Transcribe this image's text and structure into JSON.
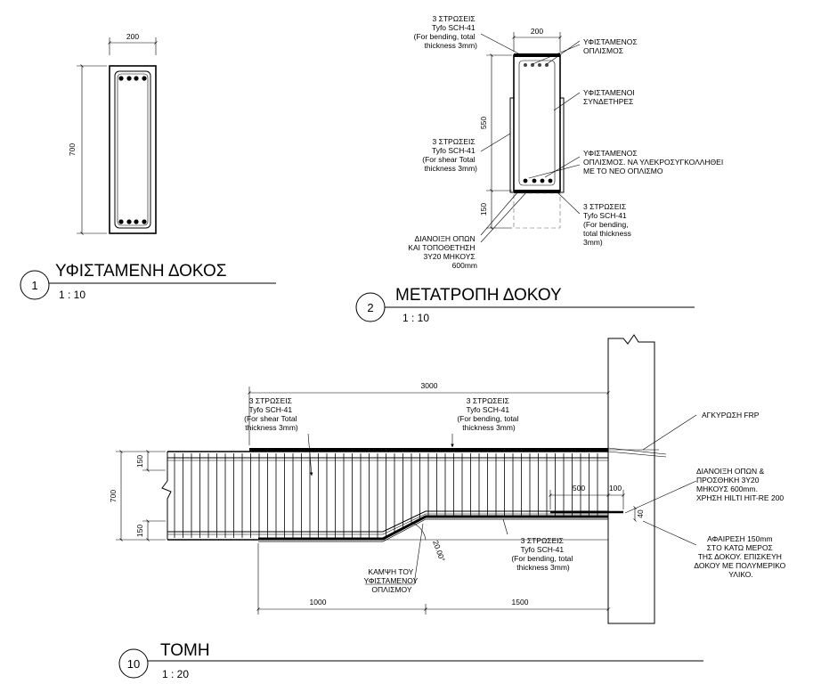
{
  "views": {
    "existing": {
      "number": "1",
      "title": "ΥΦΙΣΤΑΜΕΝΗ ΔΟΚΟΣ",
      "scale": "1 : 10",
      "dim_width": "200",
      "dim_height": "700"
    },
    "modified": {
      "number": "2",
      "title": "ΜΕΤΑΤΡΟΠΗ ΔΟΚΟΥ",
      "scale": "1 : 10",
      "dim_width": "200",
      "dim_upper": "550",
      "dim_lower": "150",
      "notes": {
        "top_left": [
          "3 ΣΤΡΩΣΕΙΣ",
          "Tyfo SCH-41",
          "(For bending, total",
          "thickness 3mm)"
        ],
        "mid_left": [
          "3 ΣΤΡΩΣΕΙΣ",
          "Tyfo SCH-41",
          "(For shear Total",
          "thickness 3mm)"
        ],
        "bottom_left": [
          "ΔΙΑΝΟΙΞΗ ΟΠΩΝ",
          "ΚΑΙ ΤΟΠΟΘΕΤΗΣΗ",
          "3Υ20 ΜΗΚΟΥΣ",
          "600mm"
        ],
        "right_1": [
          "ΥΦΙΣΤΑΜΕΝΟΣ",
          "ΟΠΛΙΣΜΟΣ"
        ],
        "right_2": [
          "ΥΦΙΣΤΑΜΕΝΟΙ",
          "ΣΥΝΔΕΤΗΡΕΣ"
        ],
        "right_3": [
          "ΥΦΙΣΤΑΜΕΝΟΣ",
          "ΟΠΛΙΣΜΟΣ. ΝΑ ΥΛΕΚΡΟΣΥΓΚΟΛΛΗΘΕΙ",
          "ΜΕ ΤΟ ΝΕΟ ΟΠΛΙΣΜΟ"
        ],
        "right_4": [
          "3 ΣΤΡΩΣΕΙΣ",
          "Tyfo SCH-41",
          "(For bending,",
          "total thickness",
          "3mm)"
        ]
      }
    },
    "section": {
      "number": "10",
      "title": "ΤΟΜΗ",
      "scale": "1 : 20",
      "dim_total": "3000",
      "dim_height": "700",
      "dim_top": "150",
      "dim_bottom": "150",
      "dim_500": "500",
      "dim_100": "100",
      "dim_40": "40",
      "dim_1000": "1000",
      "dim_1500": "1500",
      "angle": "20.00°",
      "notes": {
        "shear": [
          "3 ΣΤΡΩΣΕΙΣ",
          "Tyfo SCH-41",
          "(For shear Total",
          "thickness 3mm)"
        ],
        "bending_top": [
          "3 ΣΤΡΩΣΕΙΣ",
          "Tyfo SCH-41",
          "(For bending, total",
          "thickness 3mm)"
        ],
        "anchor": [
          "ΑΓΚΥΡΩΣΗ FRP"
        ],
        "holes": [
          "ΔΙΑΝΟΙΞΗ ΟΠΩΝ &",
          "ΠΡΟΣΘΗΚΗ  3Υ20",
          "ΜΗΚΟΥΣ 600mm.",
          "ΧΡΗΣΗ HILTI HIT-RE 200"
        ],
        "removal": [
          "ΑΦΑΙΡΕΣΗ 150mm",
          "ΣΤΟ ΚΑΤΩ ΜΕΡΟΣ",
          "ΤΗΣ ΔΟΚΟΥ. ΕΠΙΣΚΕΥΗ",
          "ΔΟΚΟΥ ΜΕ ΠΟΛΥΜΕΡΙΚΟ",
          "ΥΛΙΚΟ."
        ],
        "bending_bottom": [
          "3 ΣΤΡΩΣΕΙΣ",
          "Tyfo SCH-41",
          "(For bending, total",
          "thickness 3mm)"
        ],
        "bend_rebar": [
          "ΚΑΜΨΗ ΤΟΥ",
          "ΥΦΙΣΤΑΜΕΝΟΥ",
          "ΟΠΛΙΣΜΟΥ"
        ]
      }
    }
  }
}
